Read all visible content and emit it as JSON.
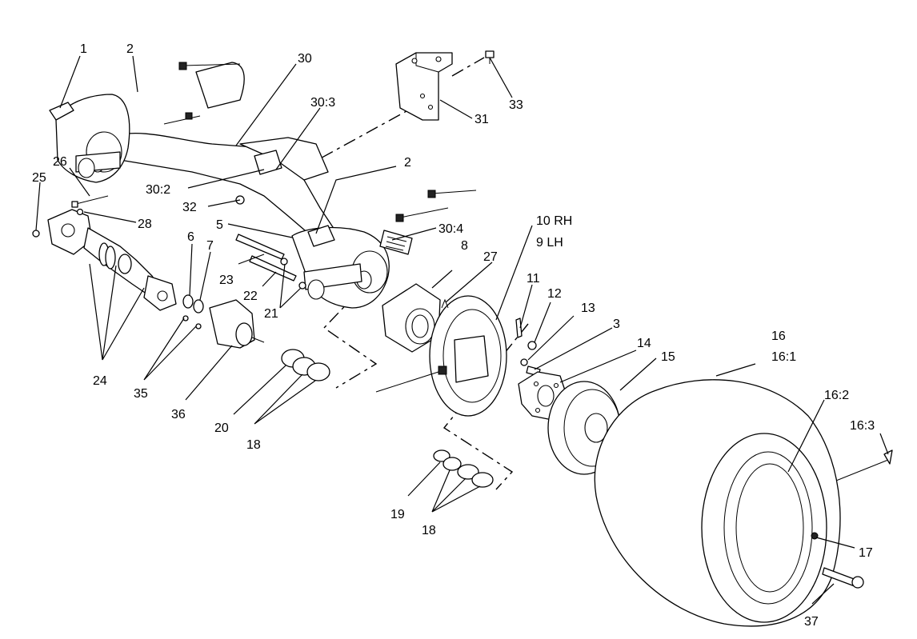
{
  "callouts": [
    {
      "id": "c1",
      "text": "1"
    },
    {
      "id": "c2a",
      "text": "2"
    },
    {
      "id": "c30",
      "text": "30"
    },
    {
      "id": "c30_3",
      "text": "30:3"
    },
    {
      "id": "c31",
      "text": "31"
    },
    {
      "id": "c33",
      "text": "33"
    },
    {
      "id": "c26",
      "text": "26"
    },
    {
      "id": "c25",
      "text": "25"
    },
    {
      "id": "c28",
      "text": "28"
    },
    {
      "id": "c30_2",
      "text": "30:2"
    },
    {
      "id": "c32",
      "text": "32"
    },
    {
      "id": "c2b",
      "text": "2"
    },
    {
      "id": "c5",
      "text": "5"
    },
    {
      "id": "c30_4",
      "text": "30:4"
    },
    {
      "id": "c10",
      "text": "10 RH"
    },
    {
      "id": "c9",
      "text": "9  LH"
    },
    {
      "id": "c6",
      "text": "6"
    },
    {
      "id": "c7",
      "text": "7"
    },
    {
      "id": "c23",
      "text": "23"
    },
    {
      "id": "c22",
      "text": "22"
    },
    {
      "id": "c21",
      "text": "21"
    },
    {
      "id": "c8",
      "text": "8"
    },
    {
      "id": "c27",
      "text": "27"
    },
    {
      "id": "c11",
      "text": "11"
    },
    {
      "id": "c12",
      "text": "12"
    },
    {
      "id": "c13",
      "text": "13"
    },
    {
      "id": "c3",
      "text": "3"
    },
    {
      "id": "c14",
      "text": "14"
    },
    {
      "id": "c15",
      "text": "15"
    },
    {
      "id": "c16",
      "text": "16"
    },
    {
      "id": "c16_1",
      "text": "16:1"
    },
    {
      "id": "c16_2",
      "text": "16:2"
    },
    {
      "id": "c16_3",
      "text": "16:3"
    },
    {
      "id": "c24",
      "text": "24"
    },
    {
      "id": "c35",
      "text": "35"
    },
    {
      "id": "c36",
      "text": "36"
    },
    {
      "id": "c20",
      "text": "20"
    },
    {
      "id": "c18a",
      "text": "18"
    },
    {
      "id": "c19",
      "text": "19"
    },
    {
      "id": "c18b",
      "text": "18"
    },
    {
      "id": "c17",
      "text": "17"
    },
    {
      "id": "c37",
      "text": "37"
    }
  ]
}
